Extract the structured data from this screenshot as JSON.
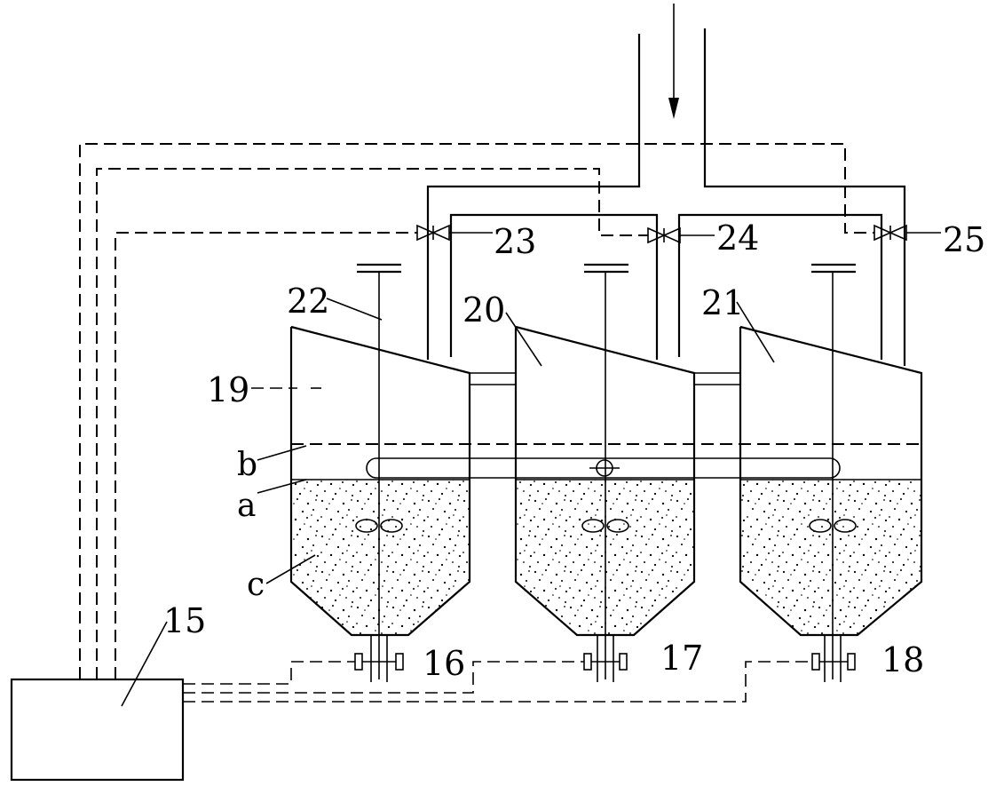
{
  "labels": {
    "l15": "15",
    "l16": "16",
    "l17": "17",
    "l18": "18",
    "l19": "19",
    "l20": "20",
    "l21": "21",
    "l22": "22",
    "l23": "23",
    "l24": "24",
    "l25": "25",
    "la": "a",
    "lb": "b",
    "lc": "c"
  }
}
